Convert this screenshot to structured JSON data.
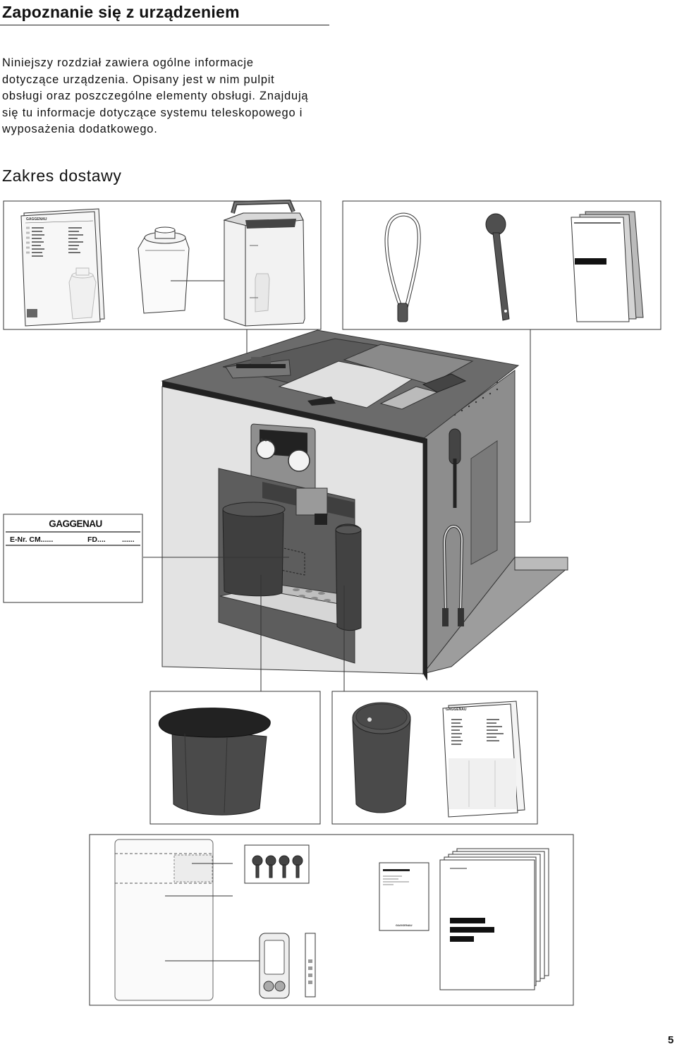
{
  "page": {
    "title": "Zapoznanie się z urządzeniem",
    "intro_lines": [
      "Niniejszy rozdział zawiera ogólne informacje",
      "dotyczące urządzenia. Opisany jest w nim pulpit",
      "obsługi oraz poszczególne elementy obsługi. Znajdują",
      "się tu informacje dotyczące systemu teleskopowego i",
      "wyposażenia dodatkowego."
    ],
    "section_title": "Zakres dostawy",
    "page_number": "5"
  },
  "nameplate": {
    "brand": "GAGGENAU",
    "e_nr": "E-Nr. CM......",
    "fd": "FD....",
    "dots": "......"
  },
  "illustration_brand_small": "GAGGENAU",
  "colors": {
    "machine_dark": "#5a5a5a",
    "machine_mid": "#8c8c8c",
    "machine_light": "#e6e6e6",
    "outline": "#222222"
  }
}
